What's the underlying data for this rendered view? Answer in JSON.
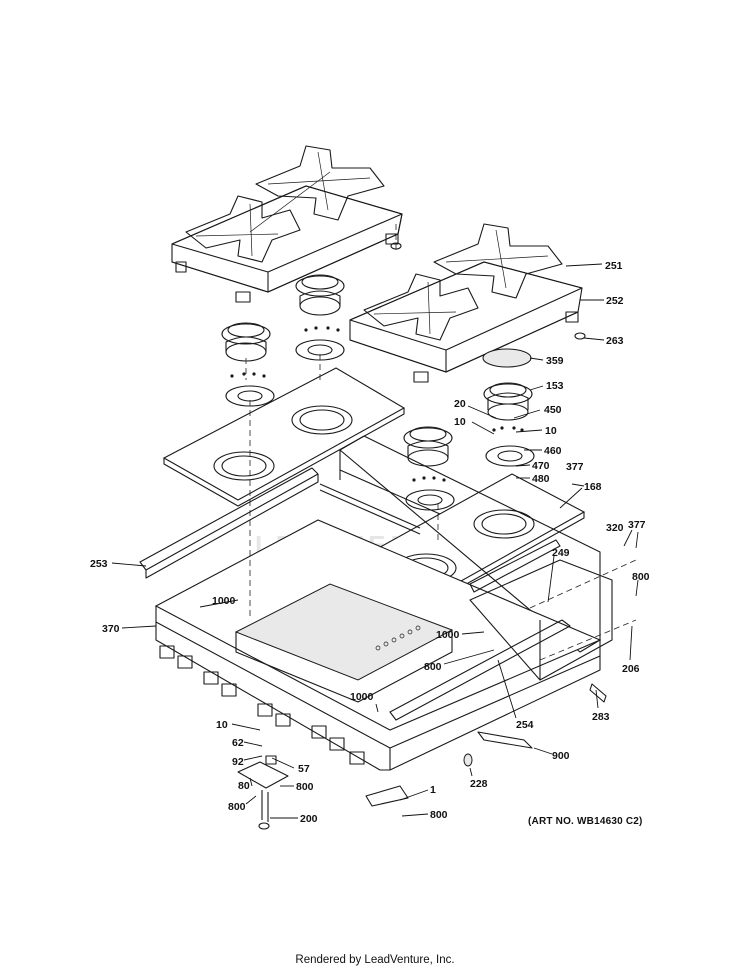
{
  "diagram": {
    "callouts": [
      {
        "id": "c251a",
        "label": "251"
      },
      {
        "id": "c252",
        "label": "252"
      },
      {
        "id": "c263",
        "label": "263"
      },
      {
        "id": "c359",
        "label": "359"
      },
      {
        "id": "c153",
        "label": "153"
      },
      {
        "id": "c20",
        "label": "20"
      },
      {
        "id": "c450",
        "label": "450"
      },
      {
        "id": "c10a",
        "label": "10"
      },
      {
        "id": "c10b",
        "label": "10"
      },
      {
        "id": "c460",
        "label": "460"
      },
      {
        "id": "c470",
        "label": "470"
      },
      {
        "id": "c377a",
        "label": "377"
      },
      {
        "id": "c480",
        "label": "480"
      },
      {
        "id": "c168",
        "label": "168"
      },
      {
        "id": "c320",
        "label": "320"
      },
      {
        "id": "c377b",
        "label": "377"
      },
      {
        "id": "c253",
        "label": "253"
      },
      {
        "id": "c249",
        "label": "249"
      },
      {
        "id": "c800a",
        "label": "800"
      },
      {
        "id": "c1000a",
        "label": "1000"
      },
      {
        "id": "c370",
        "label": "370"
      },
      {
        "id": "c1000b",
        "label": "1000"
      },
      {
        "id": "c800b",
        "label": "800"
      },
      {
        "id": "c206",
        "label": "206"
      },
      {
        "id": "c1000c",
        "label": "1000"
      },
      {
        "id": "c254",
        "label": "254"
      },
      {
        "id": "c283",
        "label": "283"
      },
      {
        "id": "c10c",
        "label": "10"
      },
      {
        "id": "c62",
        "label": "62"
      },
      {
        "id": "c92",
        "label": "92"
      },
      {
        "id": "c57",
        "label": "57"
      },
      {
        "id": "c900",
        "label": "900"
      },
      {
        "id": "c228",
        "label": "228"
      },
      {
        "id": "c80",
        "label": "80"
      },
      {
        "id": "c800c",
        "label": "800"
      },
      {
        "id": "c800d",
        "label": "800"
      },
      {
        "id": "c1",
        "label": "1"
      },
      {
        "id": "c800e",
        "label": "800"
      },
      {
        "id": "c200",
        "label": "200"
      }
    ],
    "art_number": "(ART NO. WB14630 C2)",
    "watermark": "LEADVENTURE"
  },
  "footer": {
    "text": "Rendered by LeadVenture, Inc."
  }
}
